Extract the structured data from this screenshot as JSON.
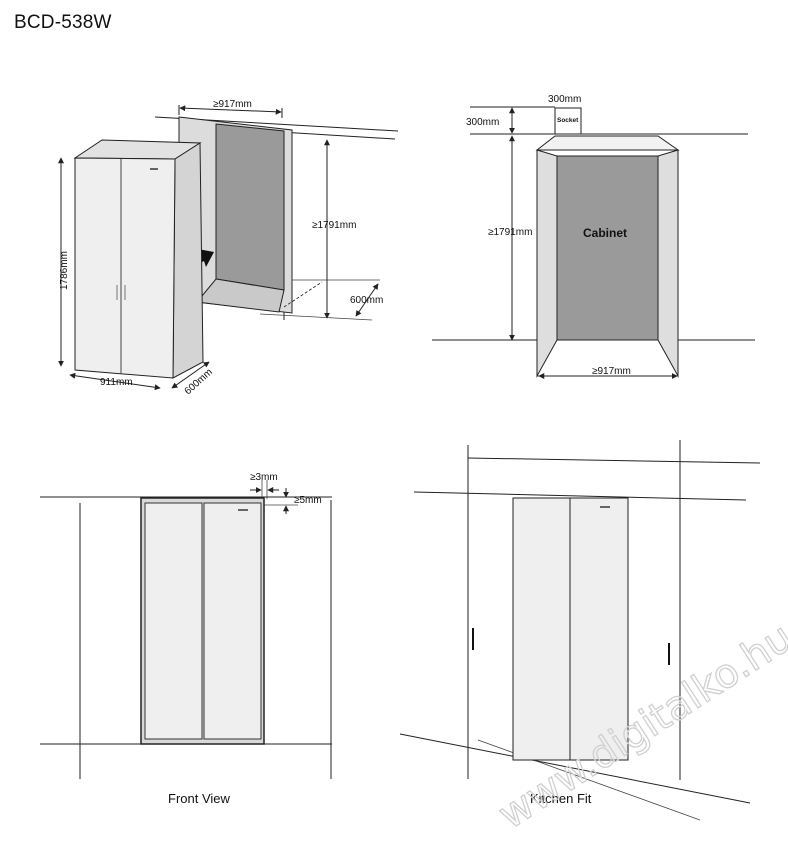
{
  "title": "BCD-538W",
  "watermark": "www.digitalko.hu",
  "colors": {
    "fridge_fill": "#efefef",
    "cabinet_inner": "#9a9a9a",
    "cabinet_side": "#dedede",
    "line": "#222222"
  },
  "panel1": {
    "niche_width": "≥917mm",
    "niche_height": "≥1791mm",
    "niche_depth": "600mm",
    "fridge_height": "1786mm",
    "fridge_width": "911mm",
    "fridge_depth": "600mm"
  },
  "panel2": {
    "socket_label": "Socket",
    "socket_width": "300mm",
    "socket_height": "300mm",
    "cabinet_height": "≥1791mm",
    "cabinet_label": "Cabinet",
    "cabinet_width": "≥917mm"
  },
  "panel3": {
    "side_gap": "≥3mm",
    "top_gap": "≥5mm",
    "caption": "Front View"
  },
  "panel4": {
    "caption": "Kitchen Fit"
  }
}
